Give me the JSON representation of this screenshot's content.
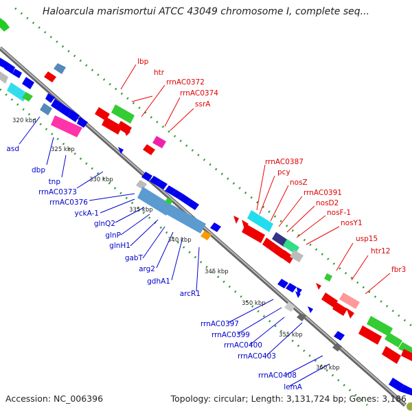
{
  "title": "Haloarcula marismortui ATCC 43049 chromosome I, complete seq...",
  "accession": "Accession: NC_006396",
  "topology": "Topology: circular; Length: 3,131,724 bp; Genes: 3,186",
  "ticks": [
    "320 kbp",
    "325 kbp",
    "330 kbp",
    "335 kbp",
    "340 kbp",
    "345 kbp",
    "350 kbp",
    "355 kbp",
    "360 kbp"
  ],
  "blue_labels": [
    "asd",
    "dbp",
    "tnp",
    "rrnAC0373",
    "rrnAC0376",
    "yckA-1",
    "glnQ2",
    "glnP",
    "glnH1",
    "gabT",
    "arg2",
    "gdhA1",
    "arcR1",
    "rrnAC0397",
    "rrnAC0399",
    "rrnAC0400",
    "rrnAC0403",
    "rrnAC0408",
    "lemA"
  ],
  "red_labels": [
    "lbp",
    "htr",
    "rrnAC0372",
    "rrnAC0374",
    "ssrA",
    "rrnAC0387",
    "pcy",
    "nosZ",
    "rrnAC0391",
    "nosD2",
    "nosF-1",
    "nosY1",
    "usp15",
    "htr12",
    "fbr3"
  ],
  "colors": {
    "forward": "#ff0000",
    "reverse": "#0000ff",
    "backbone": "#888888",
    "dotted_track": "#339933"
  }
}
